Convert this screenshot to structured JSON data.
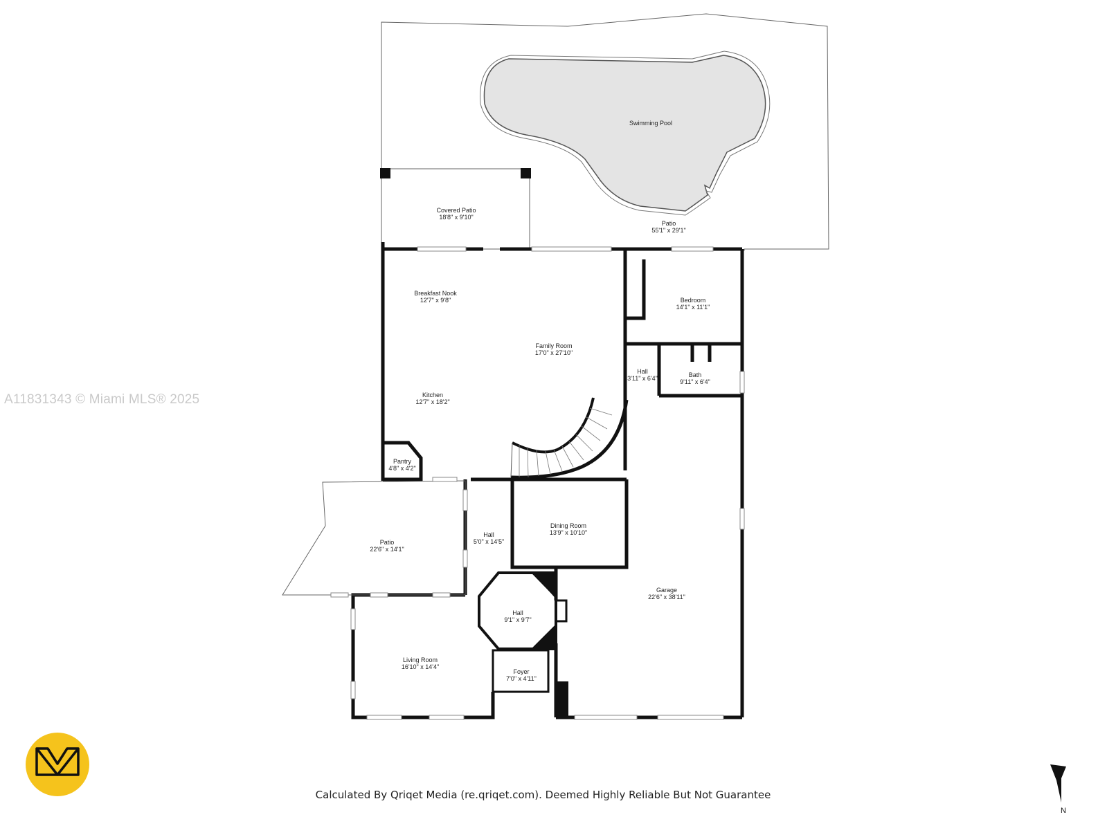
{
  "watermark": "A11831343 © Miami MLS® 2025",
  "footer": "Calculated By Qriqet Media (re.qriqet.com). Deemed Highly Reliable But Not Guarantee",
  "north_label": "N",
  "colors": {
    "wall": "#111111",
    "pool_fill": "#e4e4e4",
    "logo_bg": "#f5c31c",
    "watermark": "#c9c9c9"
  },
  "icons": {
    "logo": "qriqet-logo-icon",
    "north": "north-arrow-icon"
  },
  "rooms": {
    "swimming_pool": {
      "name": "Swimming Pool",
      "dims": ""
    },
    "patio_rear": {
      "name": "Patio",
      "dims": "55'1\" x 29'1\""
    },
    "covered_patio": {
      "name": "Covered Patio",
      "dims": "18'8\" x 9'10\""
    },
    "breakfast_nook": {
      "name": "Breakfast Nook",
      "dims": "12'7\" x 9'8\""
    },
    "family_room": {
      "name": "Family Room",
      "dims": "17'0\" x 27'10\""
    },
    "kitchen": {
      "name": "Kitchen",
      "dims": "12'7\" x 18'2\""
    },
    "bedroom": {
      "name": "Bedroom",
      "dims": "14'1\" x 11'1\""
    },
    "hall_small": {
      "name": "Hall",
      "dims": "3'11\" x 6'4\""
    },
    "bath": {
      "name": "Bath",
      "dims": "9'11\" x 6'4\""
    },
    "pantry": {
      "name": "Pantry",
      "dims": "4'8\" x 4'2\""
    },
    "patio_side": {
      "name": "Patio",
      "dims": "22'6\" x 14'1\""
    },
    "hall_long": {
      "name": "Hall",
      "dims": "5'0\" x 14'5\""
    },
    "dining_room": {
      "name": "Dining Room",
      "dims": "13'9\" x 10'10\""
    },
    "garage": {
      "name": "Garage",
      "dims": "22'6\" x 38'11\""
    },
    "hall_octagon": {
      "name": "Hall",
      "dims": "9'1\" x 9'7\""
    },
    "living_room": {
      "name": "Living Room",
      "dims": "16'10\" x 14'4\""
    },
    "foyer": {
      "name": "Foyer",
      "dims": "7'0\" x 4'11\""
    }
  }
}
